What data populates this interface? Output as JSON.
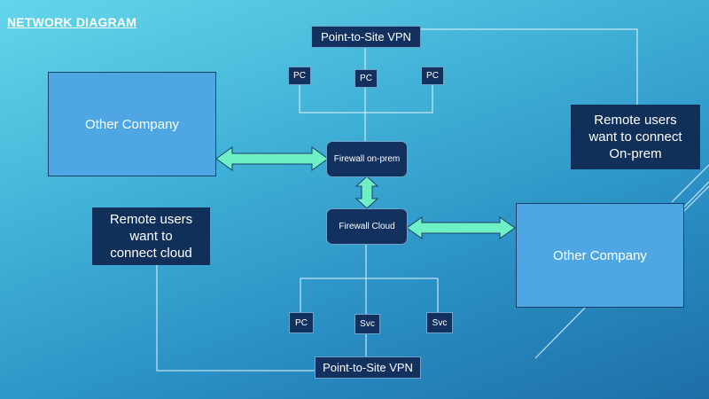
{
  "title": "NETWORK DIAGRAM",
  "nodes": {
    "vpn_top": "Point-to-Site VPN",
    "vpn_bottom": "Point-to-Site VPN",
    "pc_top_left": "PC",
    "pc_top_mid": "PC",
    "pc_top_right": "PC",
    "pc_bottom_left": "PC",
    "svc_bottom_mid": "Svc",
    "svc_bottom_right": "Svc",
    "firewall_onprem": "Firewall on-prem",
    "firewall_cloud": "Firewall Cloud",
    "company_left": "Other Company",
    "company_right": "Other Company",
    "remote_onprem": [
      "Remote users",
      "want to connect",
      "On-prem"
    ],
    "remote_cloud": [
      "Remote users",
      "want to",
      "connect cloud"
    ]
  },
  "colors": {
    "node_fill": "#12315f",
    "company_fill": "#4ea6e2",
    "arrow_fill": "#6ff0c4",
    "line": "#e8f4fb"
  }
}
